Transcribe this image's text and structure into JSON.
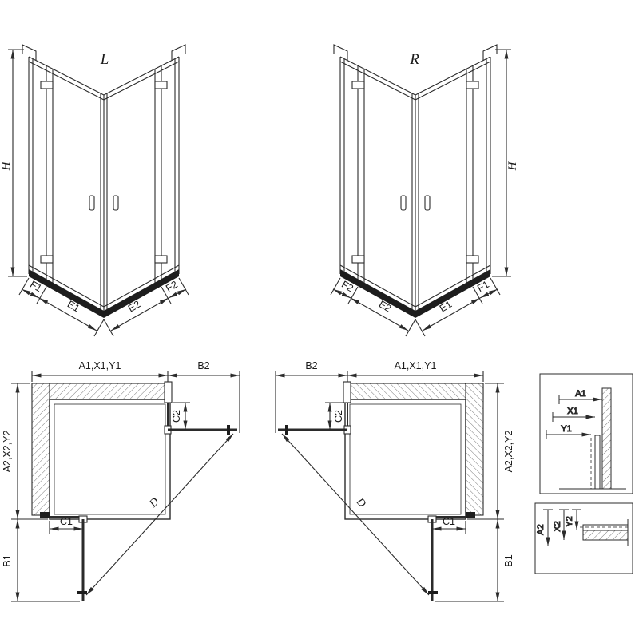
{
  "diagram": {
    "iso_left": {
      "title": "L",
      "height": "H",
      "seg_outer_left": "F1",
      "seg_inner_left": "E1",
      "seg_inner_right": "E2",
      "seg_outer_right": "F2"
    },
    "iso_right": {
      "title": "R",
      "height": "H",
      "seg_outer_left": "F2",
      "seg_inner_left": "E2",
      "seg_inner_right": "E1",
      "seg_outer_right": "F1"
    },
    "plan_left": {
      "dim_top": "A1,X1,Y1",
      "dim_top_right": "B2",
      "dim_right": "C2",
      "dim_left": "A2,X2,Y2",
      "dim_bottom_left": "B1",
      "dim_bottom": "C1",
      "dim_diagonal": "D"
    },
    "plan_right": {
      "dim_top_left": "B2",
      "dim_top": "A1,X1,Y1",
      "dim_left": "C2",
      "dim_right": "A2,X2,Y2",
      "dim_bottom": "C1",
      "dim_bottom_right": "B1",
      "dim_diagonal": "D"
    },
    "detail_top": {
      "dims": [
        "A1",
        "X1",
        "Y1"
      ]
    },
    "detail_bottom": {
      "dims": [
        "A2",
        "X2",
        "Y2"
      ]
    }
  }
}
